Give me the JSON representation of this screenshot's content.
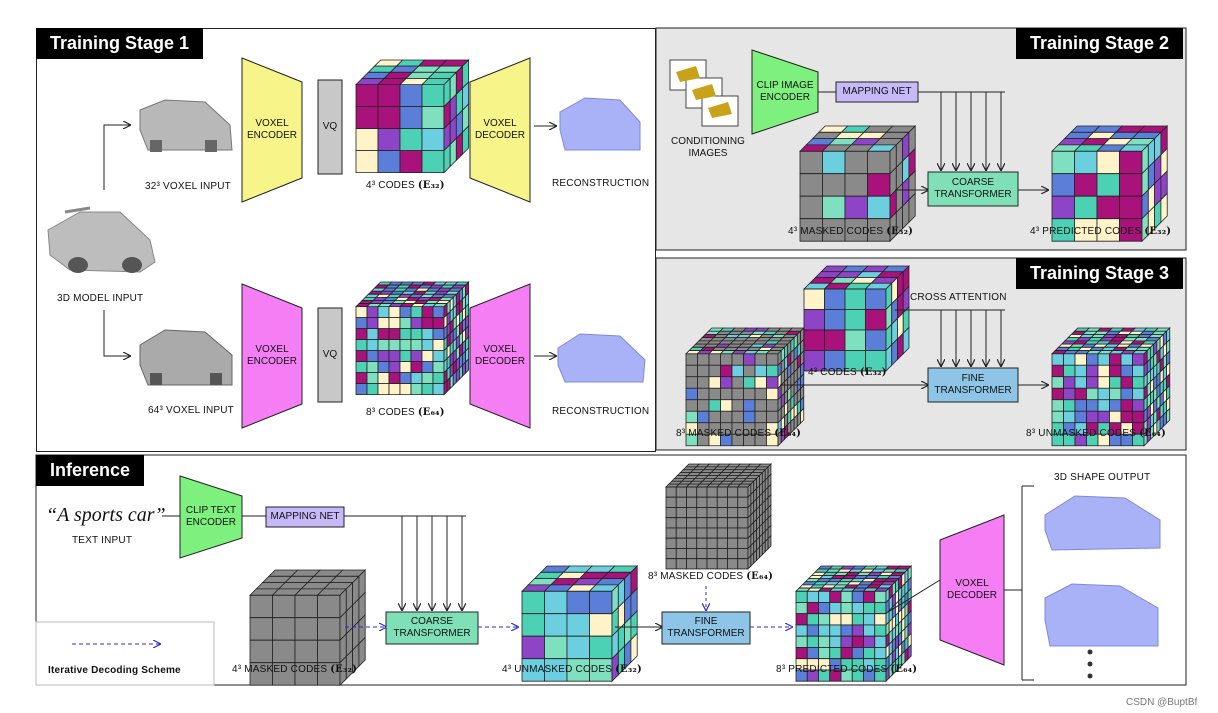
{
  "colors": {
    "voxel_encoder_yellow": "#f7f58a",
    "voxel_encoder_magenta": "#f57ef5",
    "vq_gray": "#c8c8c8",
    "clip_green": "#7ef07e",
    "mapping_net": "#c7b8f7",
    "coarse_transformer": "#7fe0b8",
    "fine_transformer": "#8ec4e6",
    "car_blue": "#a9b2f7",
    "panel_gray": "#e6e6e6",
    "code_palette": [
      "#5b7fd9",
      "#4dd1b5",
      "#8e44c7",
      "#a9127a",
      "#fff3c9",
      "#6bcfe0",
      "#7fe0c0",
      "#7a7a7a"
    ]
  },
  "stage1": {
    "title": "Training Stage 1",
    "voxel_input_32": "32³ VOXEL INPUT",
    "voxel_input_64": "64³ VOXEL INPUT",
    "model_input": "3D MODEL INPUT",
    "encoder": "VOXEL\nENCODER",
    "vq": "VQ",
    "decoder": "VOXEL\nDECODER",
    "codes_4": "4³ CODES",
    "codes_8": "8³ CODES",
    "e32": "(E₃₂)",
    "e64": "(E₆₄)",
    "reconstruction": "RECONSTRUCTION"
  },
  "stage2": {
    "title": "Training Stage 2",
    "clip_image_encoder": "CLIP IMAGE\nENCODER",
    "mapping_net": "MAPPING NET",
    "conditioning_images": "CONDITIONING\nIMAGES",
    "coarse_transformer": "COARSE\nTRANSFORMER",
    "masked_codes": "4³ MASKED CODES",
    "predicted_codes": "4³ PREDICTED CODES",
    "e32": "(E₃₂)"
  },
  "stage3": {
    "title": "Training Stage 3",
    "cross_attention": "CROSS ATTENTION",
    "codes_4": "4³ CODES",
    "fine_transformer": "FINE\nTRANSFORMER",
    "masked_codes_8": "8³ MASKED CODES",
    "unmasked_codes_8": "8³ UNMASKED CODES",
    "e32": "(E₃₂)",
    "e64": "(E₆₄)"
  },
  "inference": {
    "title": "Inference",
    "text_prompt": "“A sports car”",
    "text_input": "TEXT INPUT",
    "clip_text_encoder": "CLIP TEXT\nENCODER",
    "mapping_net": "MAPPING NET",
    "coarse_transformer": "COARSE\nTRANSFORMER",
    "fine_transformer": "FINE\nTRANSFORMER",
    "masked_codes_4": "4³ MASKED CODES",
    "unmasked_codes_4": "4³ UNMASKED CODES",
    "masked_codes_8": "8³ MASKED CODES",
    "predicted_codes_8": "8³ PREDICTED CODES",
    "voxel_decoder": "VOXEL\nDECODER",
    "shape_output": "3D SHAPE OUTPUT",
    "legend": "Iterative Decoding Scheme",
    "e32": "(E₃₂)",
    "e64": "(E₆₄)"
  },
  "watermark": "CSDN @BuptBf"
}
